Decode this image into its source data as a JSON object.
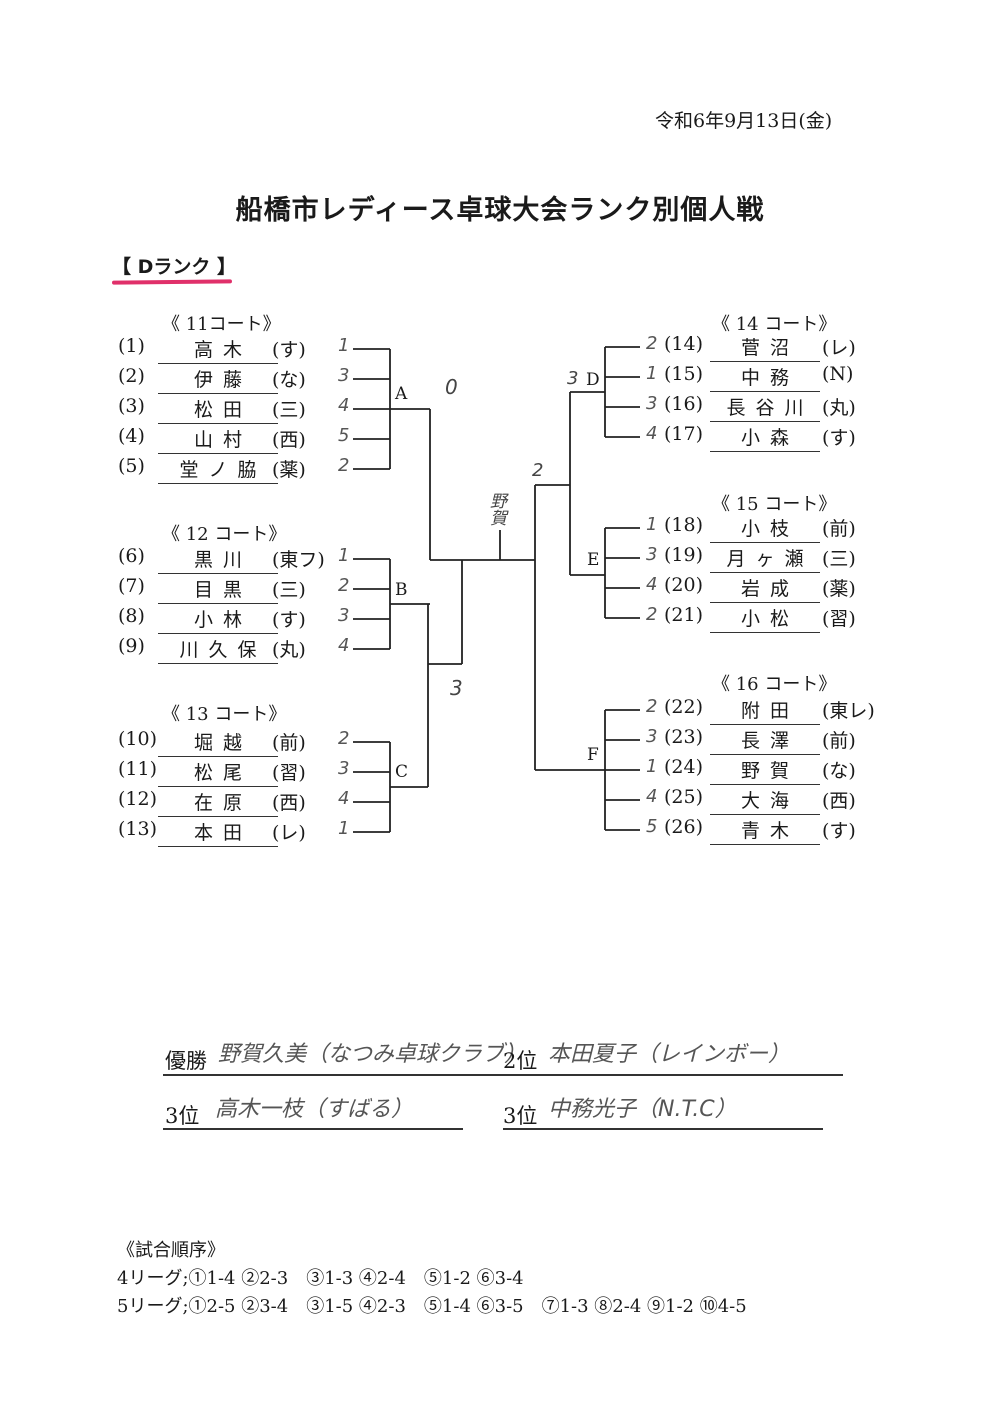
{
  "header": {
    "date": "令和6年9月13日(金)",
    "title": "船橋市レディース卓球大会ランク別個人戦",
    "rank": "【 Dランク 】"
  },
  "courts": {
    "c11": "《 11コート》",
    "c12": "《 12 コート》",
    "c13": "《 13 コート》",
    "c14": "《 14 コート》",
    "c15": "《 15 コート》",
    "c16": "《 16 コート》"
  },
  "players": [
    {
      "num": "(1)",
      "name": "高木",
      "club": "(す)",
      "mark": "1"
    },
    {
      "num": "(2)",
      "name": "伊藤",
      "club": "(な)",
      "mark": "3"
    },
    {
      "num": "(3)",
      "name": "松田",
      "club": "(三)",
      "mark": "4"
    },
    {
      "num": "(4)",
      "name": "山村",
      "club": "(西)",
      "mark": "5"
    },
    {
      "num": "(5)",
      "name": "堂ノ脇",
      "club": "(薬)",
      "mark": "2"
    },
    {
      "num": "(6)",
      "name": "黒川",
      "club": "(東フ)",
      "mark": "1"
    },
    {
      "num": "(7)",
      "name": "目黒",
      "club": "(三)",
      "mark": "2"
    },
    {
      "num": "(8)",
      "name": "小林",
      "club": "(す)",
      "mark": "3"
    },
    {
      "num": "(9)",
      "name": "川久保",
      "club": "(丸)",
      "mark": "4"
    },
    {
      "num": "(10)",
      "name": "堀越",
      "club": "(前)",
      "mark": "2"
    },
    {
      "num": "(11)",
      "name": "松尾",
      "club": "(習)",
      "mark": "3"
    },
    {
      "num": "(12)",
      "name": "在原",
      "club": "(西)",
      "mark": "4"
    },
    {
      "num": "(13)",
      "name": "本田",
      "club": "(レ)",
      "mark": "1"
    },
    {
      "num": "(14)",
      "name": "菅沼",
      "club": "(レ)",
      "mark": "2"
    },
    {
      "num": "(15)",
      "name": "中務",
      "club": "(N)",
      "mark": "1"
    },
    {
      "num": "(16)",
      "name": "長谷川",
      "club": "(丸)",
      "mark": "3"
    },
    {
      "num": "(17)",
      "name": "小森",
      "club": "(す)",
      "mark": "4"
    },
    {
      "num": "(18)",
      "name": "小枝",
      "club": "(前)",
      "mark": "1"
    },
    {
      "num": "(19)",
      "name": "月ヶ瀬",
      "club": "(三)",
      "mark": "3"
    },
    {
      "num": "(20)",
      "name": "岩成",
      "club": "(薬)",
      "mark": "4"
    },
    {
      "num": "(21)",
      "name": "小松",
      "club": "(習)",
      "mark": "2"
    },
    {
      "num": "(22)",
      "name": "附田",
      "club": "(東レ)",
      "mark": "2"
    },
    {
      "num": "(23)",
      "name": "長澤",
      "club": "(前)",
      "mark": "3"
    },
    {
      "num": "(24)",
      "name": "野賀",
      "club": "(な)",
      "mark": "1"
    },
    {
      "num": "(25)",
      "name": "大海",
      "club": "(西)",
      "mark": "4"
    },
    {
      "num": "(26)",
      "name": "青木",
      "club": "(す)",
      "mark": "5"
    }
  ],
  "groups": {
    "a": "A",
    "b": "B",
    "c": "C",
    "d": "D",
    "e": "E",
    "f": "F"
  },
  "bracket_marks": {
    "a_score": "0",
    "bc_score": "3",
    "d_score": "3",
    "top_score": "2",
    "winner": "野賀"
  },
  "results": {
    "first_label": "優勝",
    "first": "野賀久美（なつみ卓球クラブ）",
    "second_label": "2位",
    "second": "本田夏子（レインボー）",
    "third_label_1": "3位",
    "third_1": "高木一枝（すばる）",
    "third_label_2": "3位",
    "third_2": "中務光子（N.T.C）"
  },
  "order": {
    "heading": "《試合順序》",
    "league4": "4リーグ;①1-4 ②2-3　③1-3 ④2-4　⑤1-2 ⑥3-4",
    "league5": "5リーグ;①2-5 ②3-4　③1-5 ④2-3　⑤1-4 ⑥3-5　⑦1-3 ⑧2-4 ⑨1-2 ⑩4-5"
  }
}
